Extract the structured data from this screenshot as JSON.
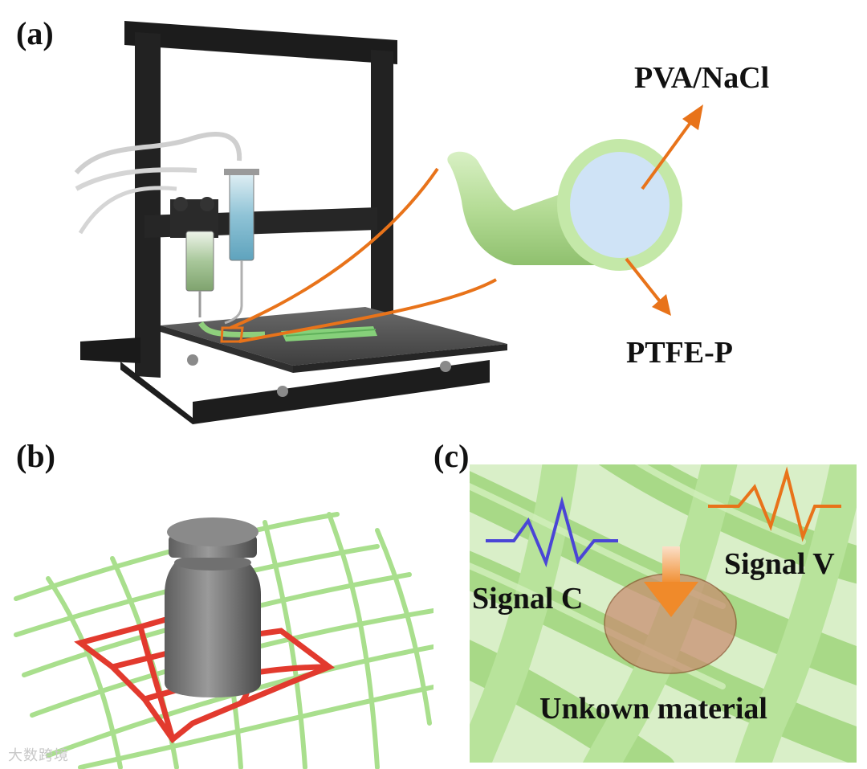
{
  "panels": {
    "a": {
      "label": "(a)",
      "annotations": {
        "inner": "PVA/NaCl",
        "outer": "PTFE-P"
      }
    },
    "b": {
      "label": "(b)"
    },
    "c": {
      "label": "(c)",
      "signal_c": "Signal C",
      "signal_v": "Signal V",
      "unknown": "Unkown material"
    }
  },
  "watermark": "大数跨境",
  "colors": {
    "frame": "#1c1c1c",
    "bed": "#5a5a5a",
    "fiber_green": "#b5dc96",
    "grid_red": "#e23a2e",
    "annotation_orange": "#e8731a",
    "core_blue": "#cfe3f6",
    "signal_c_blue": "#4a45d6",
    "signal_v_orange": "#e8731a"
  },
  "icons": [
    "printer-illustration",
    "syringe-icon",
    "fiber-cross-section",
    "weight-icon",
    "arrow-down-icon"
  ]
}
